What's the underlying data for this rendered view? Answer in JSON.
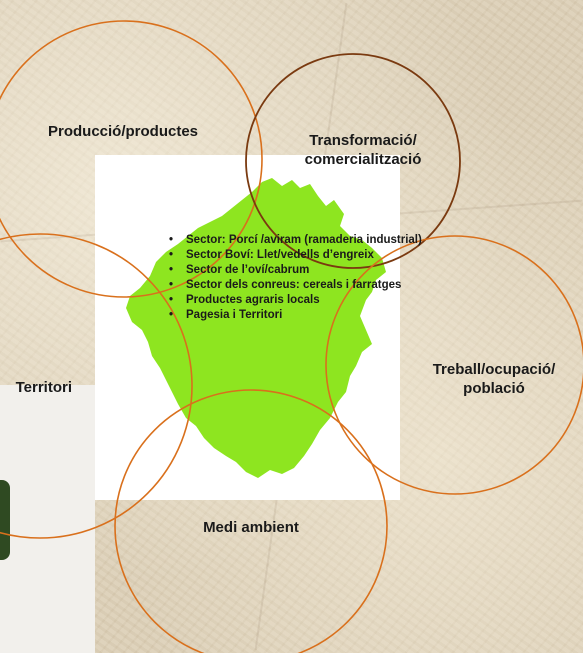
{
  "colors": {
    "circle_orange": "#d9701c",
    "circle_brown": "#7a3a10",
    "map_green": "#8ee520",
    "panel_white": "#ffffff"
  },
  "circles": {
    "produccio": "Producció/productes",
    "transformacio": [
      "Transformació/",
      "comercialització"
    ],
    "territori": "Territori",
    "treball": [
      "Treball/ocupació/",
      "població"
    ],
    "medi": "Medi ambient"
  },
  "bullets": [
    "Sector: Porcí /aviram (ramaderia industrial)",
    "Sector Boví: Llet/vedells d’engreix",
    "Sector de l’oví/cabrum",
    "Sector dels conreus: cereals i farratges",
    "Productes agraris locals",
    "Pagesia i Territori"
  ]
}
